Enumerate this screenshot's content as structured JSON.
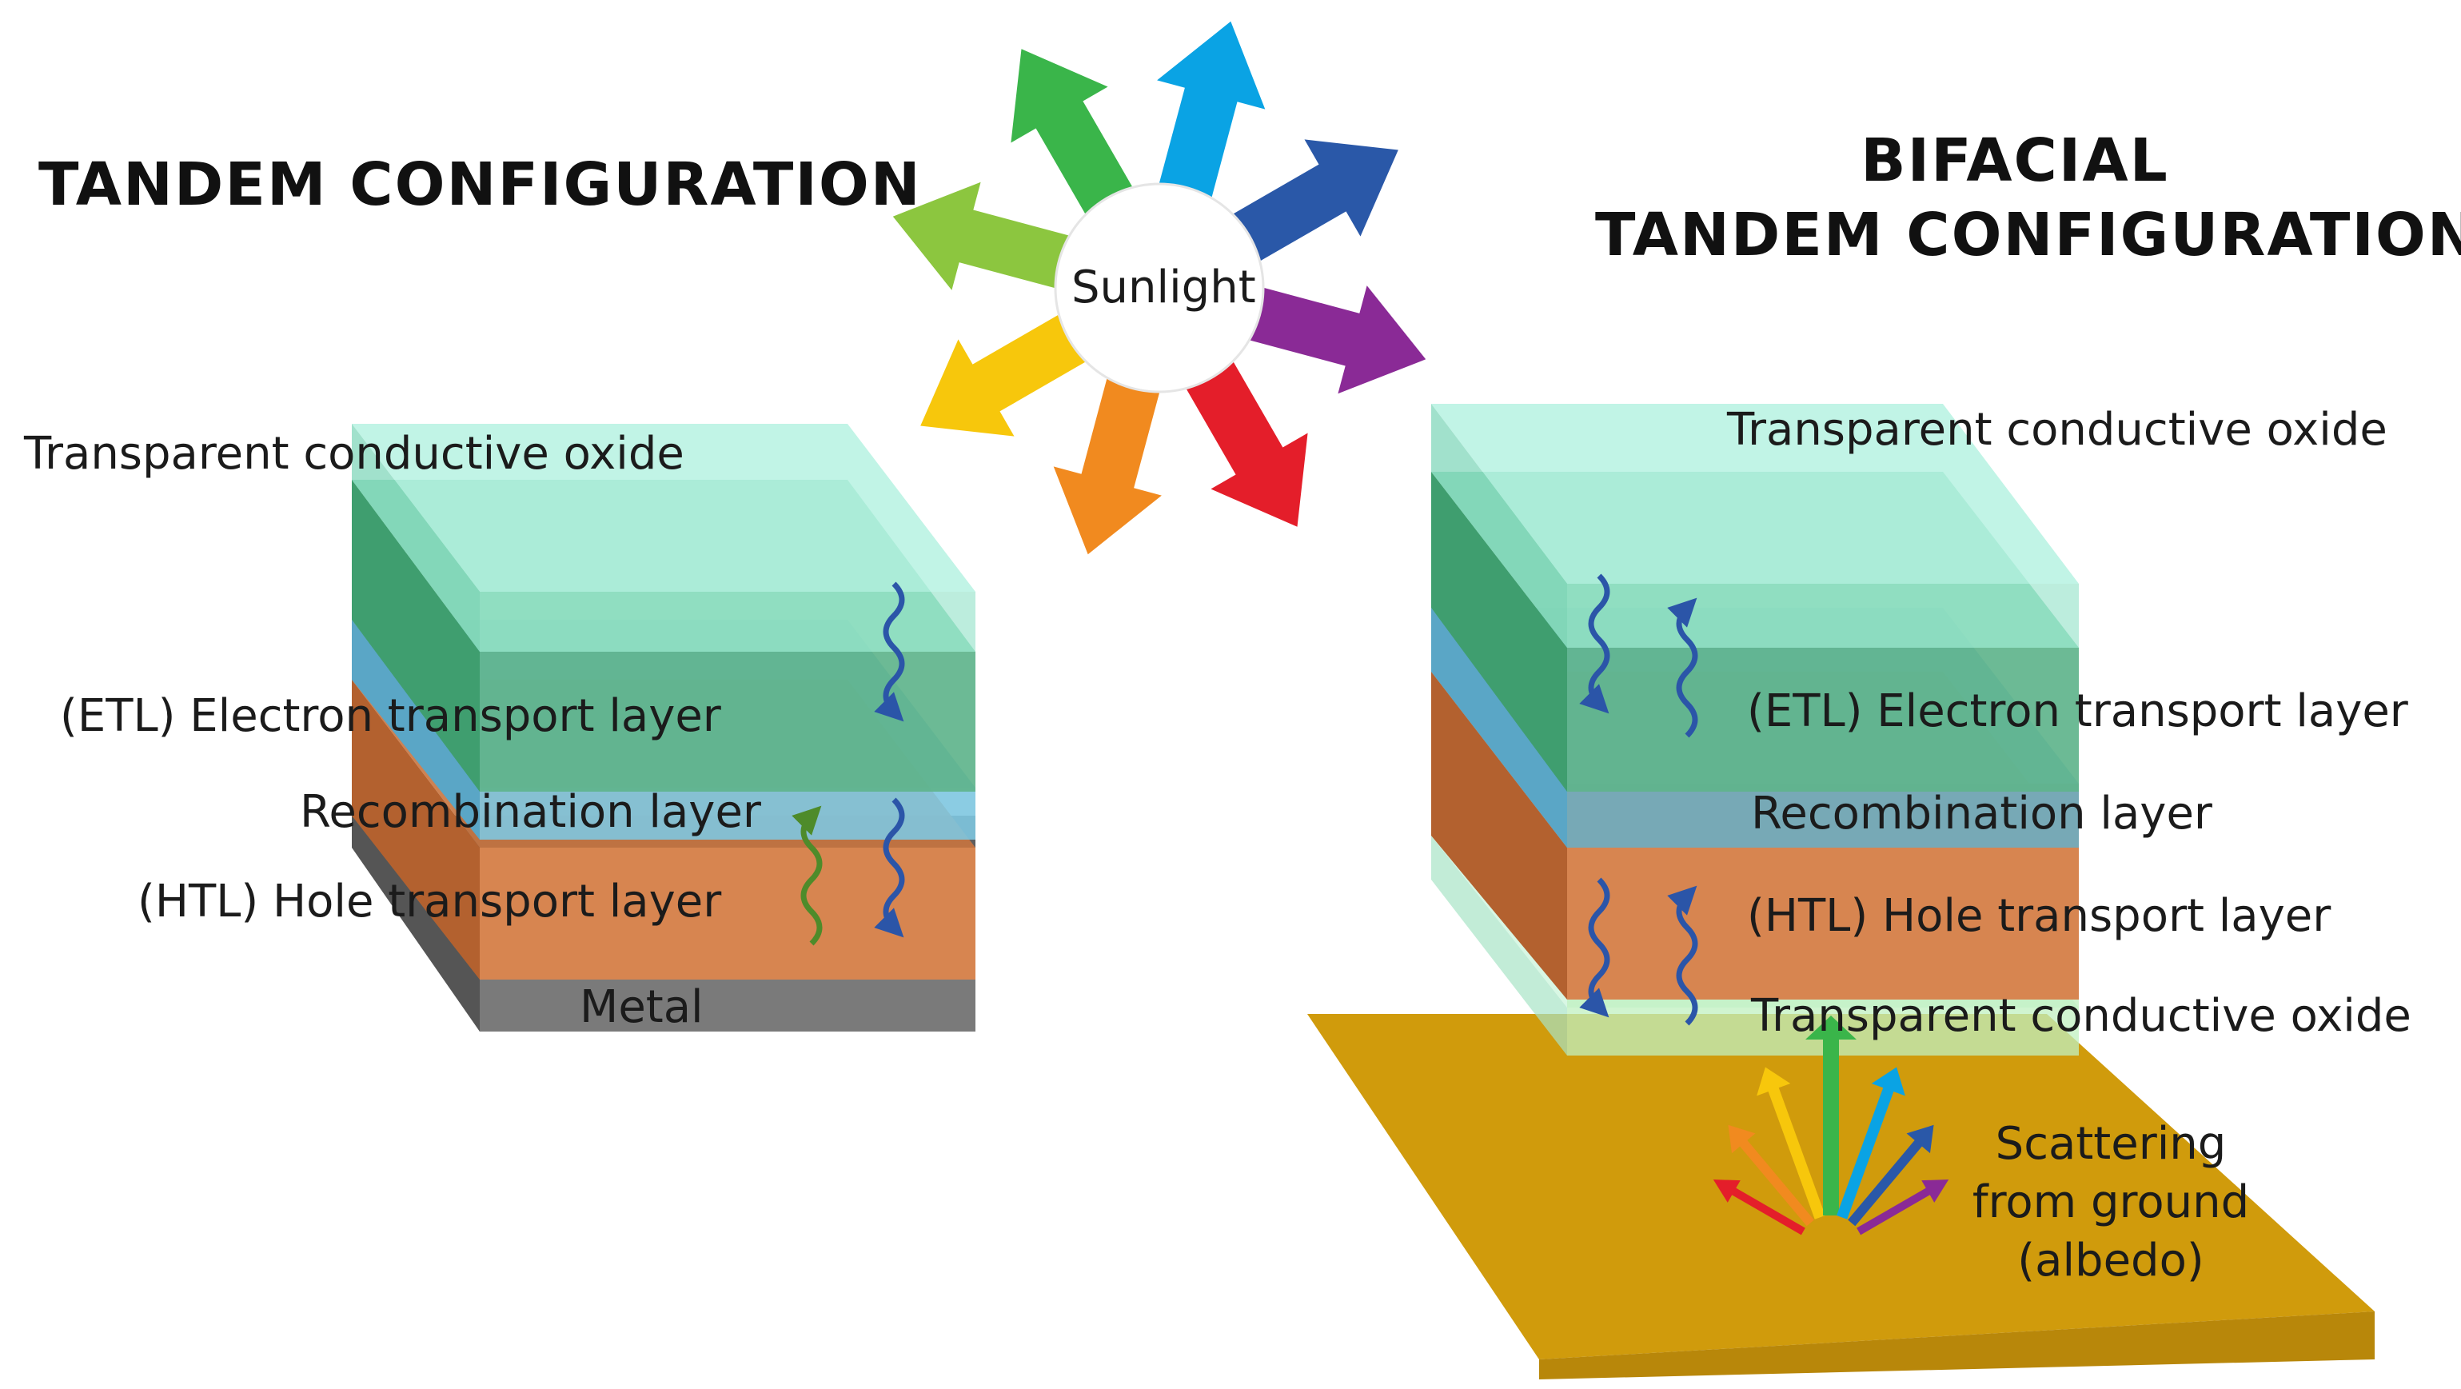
{
  "tandem": {
    "title": "TANDEM CONFIGURATION",
    "labels": {
      "tco": "Transparent conductive oxide",
      "etl": "(ETL) Electron transport layer",
      "recombination": "Recombination layer",
      "htl": "(HTL) Hole transport layer",
      "metal": "Metal"
    }
  },
  "bifacial": {
    "title_line1": "BIFACIAL",
    "title_line2": "TANDEM CONFIGURATION",
    "labels": {
      "tco_top": "Transparent conductive oxide",
      "etl": "(ETL) Electron transport layer",
      "recombination": "Recombination layer",
      "htl": "(HTL) Hole transport layer",
      "tco_bottom": "Transparent conductive oxide"
    },
    "albedo": {
      "line1": "Scattering",
      "line2": "from ground",
      "line3": "(albedo)"
    }
  },
  "sun": {
    "label": "Sunlight",
    "ray_colors": [
      "#0aa3e4",
      "#2a58a8",
      "#8a2a96",
      "#e41e2a",
      "#f18a1f",
      "#f7c70c",
      "#8cc63f",
      "#3ab54a"
    ]
  },
  "colors": {
    "tco": "#b6f2e2",
    "etl": "#5cc596",
    "recombination": "#7ec7e0",
    "htl": "#d78550",
    "metal": "#7a7a7a",
    "ground": "#d09b0c",
    "electron_arrow": "#2b55a8",
    "hole_arrow": "#4e8b2a"
  }
}
